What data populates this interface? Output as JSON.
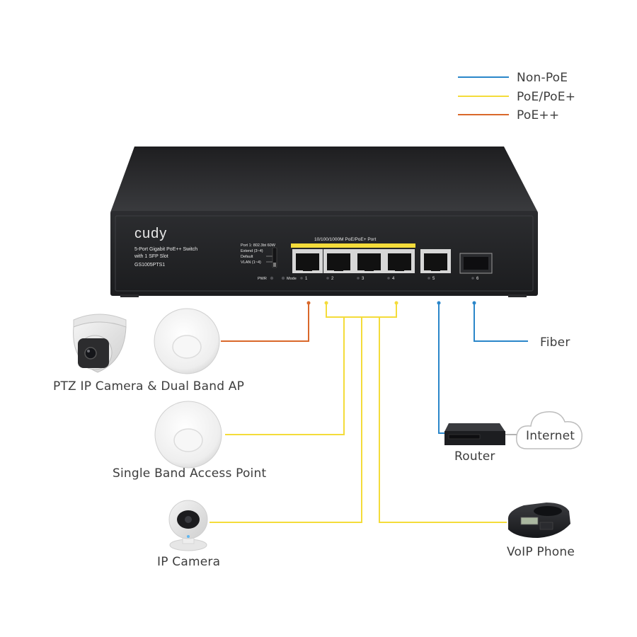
{
  "legend": [
    {
      "label": "Non-PoE",
      "color": "#2a86c9"
    },
    {
      "label": "PoE/PoE+",
      "color": "#f4dc3a"
    },
    {
      "label": "PoE++",
      "color": "#d9682a"
    }
  ],
  "switch": {
    "brand": "cudy",
    "description_line1": "5-Port Gigabit PoE++ Switch",
    "description_line2": "with 1 SFP Slot",
    "model": "GS1005PTS1",
    "mode_line1": "Port 1: 802.3bt 60W",
    "mode_line2": "Extend (3~4)",
    "mode_line3": "Default",
    "mode_line4": "VLAN (1~4)",
    "port_group_label": "10/100/1000M PoE/PoE+ Port",
    "pwr_label": "PWR",
    "mode_label": "Mode",
    "port_numbers": [
      "1",
      "2",
      "3",
      "4",
      "5",
      "6"
    ]
  },
  "devices": {
    "ptz_label": "PTZ IP Camera & Dual Band AP",
    "single_ap_label": "Single Band Access Point",
    "ip_camera_label": "IP Camera",
    "fiber_label": "Fiber",
    "router_label": "Router",
    "internet_label": "Internet",
    "voip_label": "VoIP Phone"
  },
  "icons": [
    "ptz-camera-icon",
    "access-point-icon",
    "ip-camera-icon",
    "router-icon",
    "cloud-icon",
    "voip-phone-icon"
  ]
}
